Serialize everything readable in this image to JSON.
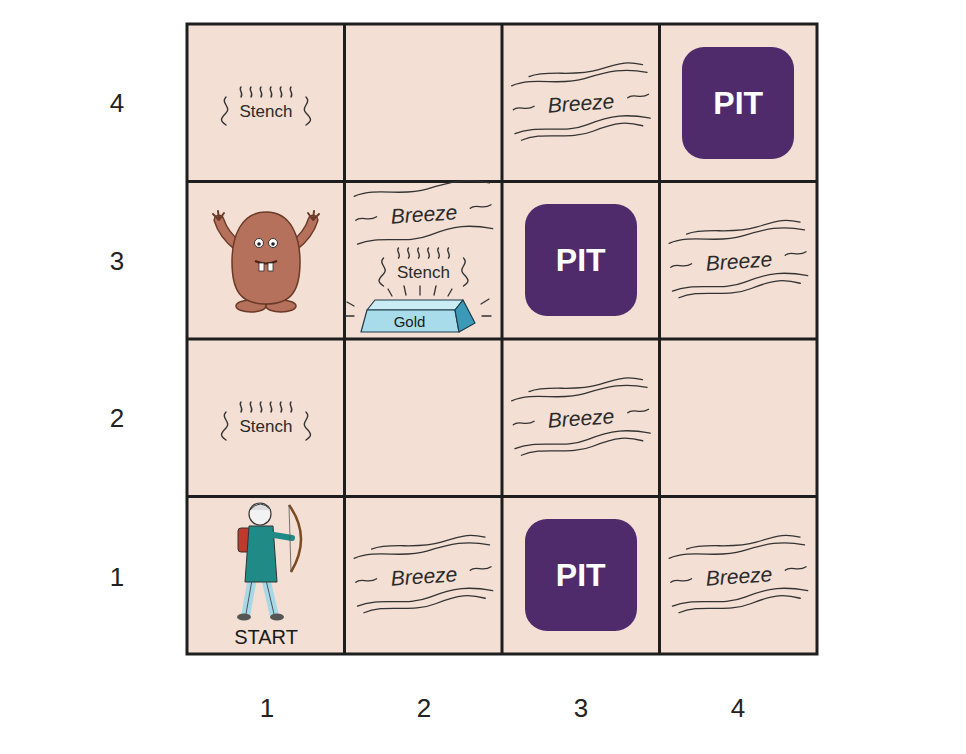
{
  "diagram": {
    "nodes": [
      {
        "text": [
          "Stench"
        ]
      },
      {
        "text": [
          "Breeze"
        ]
      },
      {
        "text": [
          "PIT"
        ]
      },
      {
        "text": [
          "Breeze",
          "Stench"
        ]
      },
      {
        "text": [
          "Gold"
        ],
        "in": 3
      },
      {
        "text": [
          "PIT"
        ]
      },
      {
        "text": [
          "Breeze"
        ]
      },
      {
        "text": [
          "Stench"
        ]
      },
      {
        "text": [
          "Breeze"
        ]
      },
      {
        "text": [
          "START"
        ]
      },
      {
        "text": [
          "Breeze"
        ]
      },
      {
        "text": [
          "PIT"
        ]
      },
      {
        "text": [
          "Breeze"
        ]
      }
    ],
    "labels": [
      "4",
      "3",
      "2",
      "1",
      "1",
      "2",
      "3",
      "4"
    ]
  }
}
